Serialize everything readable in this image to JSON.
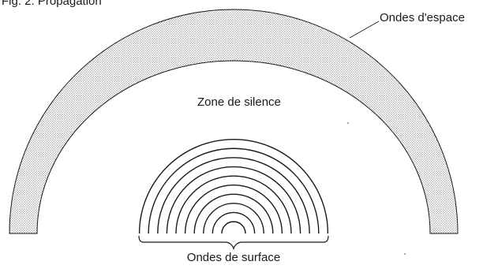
{
  "figure": {
    "caption_fragment": "Fig. 2. Propagation",
    "labels": {
      "space_waves": "Ondes d'espace",
      "silence_zone": "Zone de silence",
      "surface_waves": "Ondes de surface"
    }
  },
  "colors": {
    "ink": "#1a1a1a",
    "stipple_dot": "#6e6e6e",
    "background": "#ffffff"
  }
}
